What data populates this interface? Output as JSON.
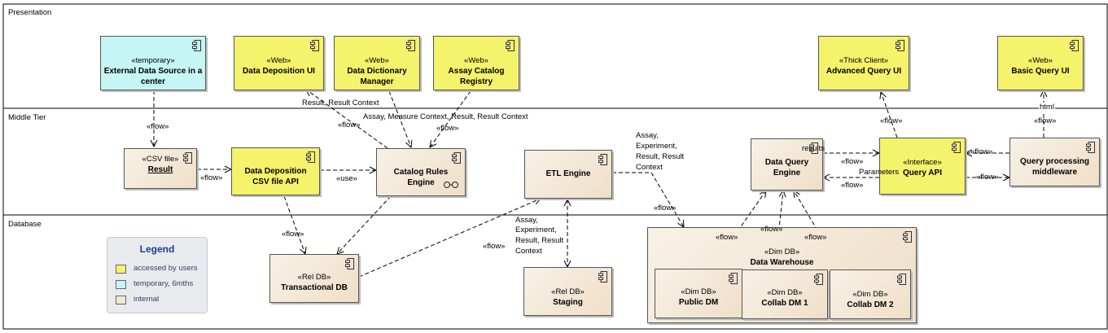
{
  "lanes": {
    "presentation": "Presentation",
    "middle": "Middle Tier",
    "database": "Database"
  },
  "components": {
    "ext_source": {
      "stereotype": "«temporary»",
      "name": "External Data Source in a center"
    },
    "dep_ui": {
      "stereotype": "«Web»",
      "name": "Data Deposition UI"
    },
    "dict_mgr": {
      "stereotype": "«Web»",
      "name": "Data Dictionary Manager"
    },
    "assay_reg": {
      "stereotype": "«Web»",
      "name": "Assay Catalog Registry"
    },
    "adv_ui": {
      "stereotype": "«Thick Client»",
      "name": "Advanced Query UI"
    },
    "basic_ui": {
      "stereotype": "«Web»",
      "name": "Basic Query UI"
    },
    "csv_result": {
      "stereotype": "«CSV file»",
      "name": "Result"
    },
    "dep_api": {
      "name": "Data Deposition CSV file API"
    },
    "rules_engine": {
      "name": "Catalog Rules Engine"
    },
    "etl": {
      "name": "ETL Engine"
    },
    "dq_engine": {
      "name": "Data Query Engine"
    },
    "query_api": {
      "stereotype": "«Interface»",
      "name": "Query API"
    },
    "middleware": {
      "name": "Query processing middleware"
    },
    "trans_db": {
      "stereotype": "«Rel DB»",
      "name": "Transactional DB"
    },
    "staging": {
      "stereotype": "«Rel DB»",
      "name": "Staging"
    },
    "warehouse": {
      "stereotype": "«Dim DB»",
      "name": "Data Warehouse"
    },
    "public_dm": {
      "stereotype": "«Dim DB»",
      "name": "Public DM"
    },
    "collab1": {
      "stereotype": "«Dim DB»",
      "name": "Collab DM 1"
    },
    "collab2": {
      "stereotype": "«Dim DB»",
      "name": "Collab DM 2"
    }
  },
  "labels": {
    "flow": "«flow»",
    "use": "«use»",
    "result_context": "Result, Result Context",
    "assay_measure": "Assay, Measure Context, Result, Result Context",
    "etl_out_1": "Assay,",
    "etl_out_2": "Experiment,",
    "etl_out_3": "Result, Result",
    "etl_out_4": "Context",
    "etl_in_1": "Assay,",
    "etl_in_2": "Experiment,",
    "etl_in_3": "Result, Result",
    "etl_in_4": "Context",
    "results": "results",
    "parameters": "Parameters",
    "html": "html"
  },
  "legend": {
    "title": "Legend",
    "items": [
      {
        "label": "accessed by users",
        "color": "#f5f26b"
      },
      {
        "label": "temporary, 6mths",
        "color": "#c6f5f5"
      },
      {
        "label": "internal",
        "color": "#f3e7d6"
      }
    ]
  }
}
